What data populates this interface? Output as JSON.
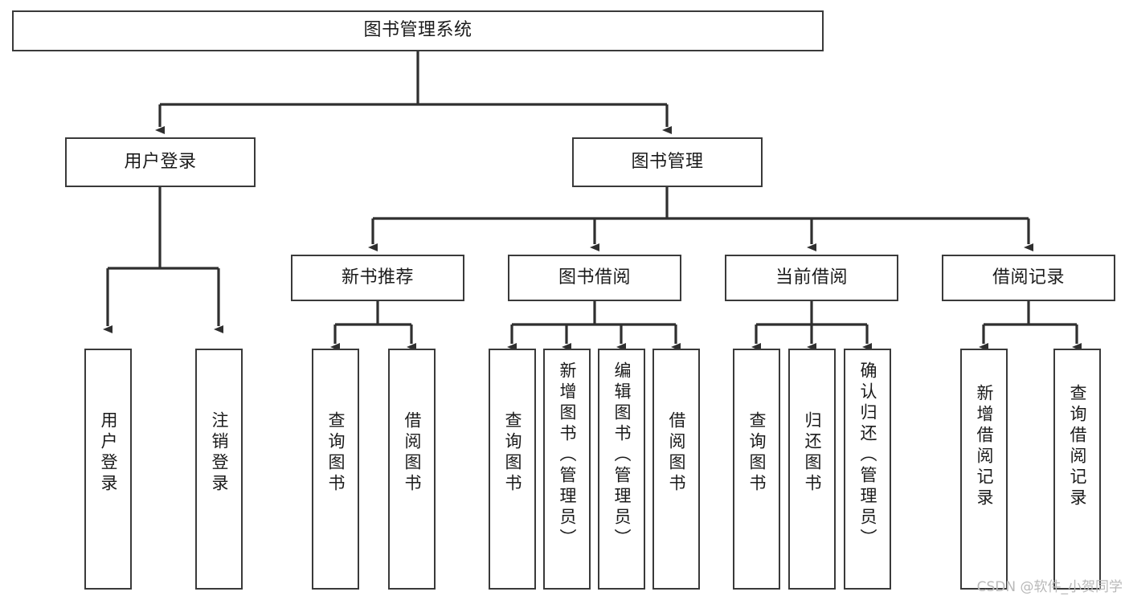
{
  "diagram": {
    "type": "tree",
    "title": "图书管理系统",
    "root": {
      "id": "root",
      "label": "图书管理系统"
    },
    "level2": [
      {
        "id": "user-login",
        "label": "用户登录"
      },
      {
        "id": "book-manage",
        "label": "图书管理"
      }
    ],
    "level3": [
      {
        "id": "new-book-recommend",
        "label": "新书推荐",
        "parent": "book-manage"
      },
      {
        "id": "book-borrow",
        "label": "图书借阅",
        "parent": "book-manage"
      },
      {
        "id": "current-borrow",
        "label": "当前借阅",
        "parent": "book-manage"
      },
      {
        "id": "borrow-record",
        "label": "借阅记录",
        "parent": "book-manage"
      }
    ],
    "leaves": [
      {
        "id": "leaf-user-login",
        "label": "用户登录",
        "parent": "user-login"
      },
      {
        "id": "leaf-logout-login",
        "label": "注销登录",
        "parent": "user-login"
      },
      {
        "id": "leaf-query-book-1",
        "label": "查询图书",
        "parent": "new-book-recommend"
      },
      {
        "id": "leaf-borrow-book-1",
        "label": "借阅图书",
        "parent": "new-book-recommend"
      },
      {
        "id": "leaf-query-book-2",
        "label": "查询图书",
        "parent": "book-borrow"
      },
      {
        "id": "leaf-add-book",
        "label": "新增图书（管理员）",
        "parent": "book-borrow"
      },
      {
        "id": "leaf-edit-book",
        "label": "编辑图书（管理员）",
        "parent": "book-borrow"
      },
      {
        "id": "leaf-borrow-book-2",
        "label": "借阅图书",
        "parent": "book-borrow"
      },
      {
        "id": "leaf-query-book-3",
        "label": "查询图书",
        "parent": "current-borrow"
      },
      {
        "id": "leaf-return-book",
        "label": "归还图书",
        "parent": "current-borrow"
      },
      {
        "id": "leaf-confirm-return",
        "label": "确认归还（管理员）",
        "parent": "current-borrow"
      },
      {
        "id": "leaf-add-record",
        "label": "新增借阅记录",
        "parent": "borrow-record"
      },
      {
        "id": "leaf-query-record",
        "label": "查询借阅记录",
        "parent": "borrow-record"
      }
    ],
    "colors": {
      "stroke": "#3a3a3a",
      "fill": "#ffffff",
      "text": "#1b1b1b",
      "watermark": "#b9b9b9"
    }
  },
  "watermark": {
    "text": "CSDN @软件_小贺同学"
  }
}
